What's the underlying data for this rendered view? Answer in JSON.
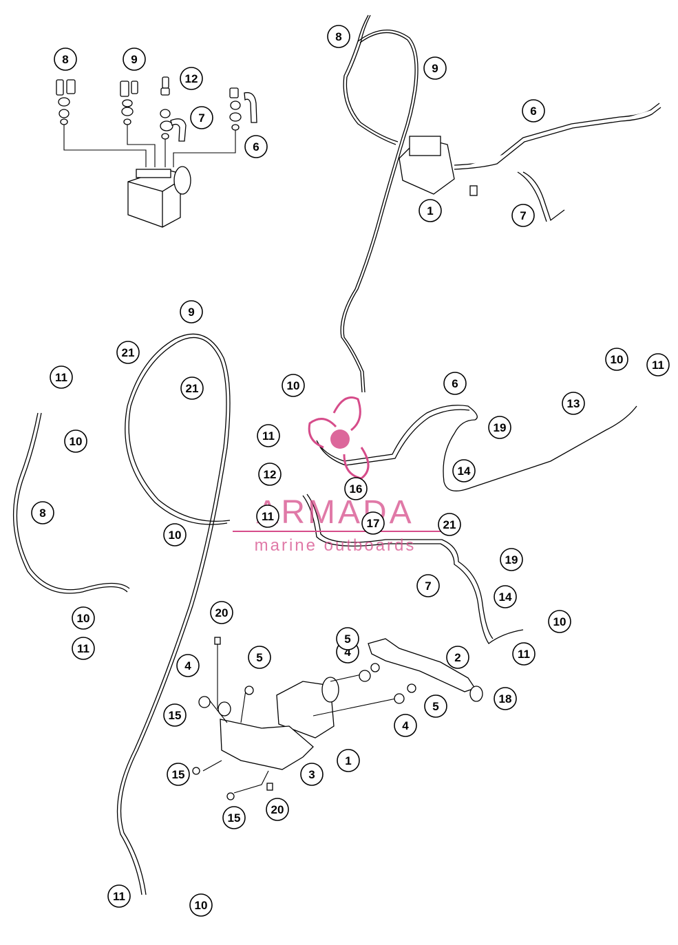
{
  "watermark": {
    "brand": "ARMADA",
    "tagline": "marine outboards",
    "brand_color": "#d64c8a"
  },
  "callouts": {
    "tl_8": "8",
    "tl_9": "9",
    "tl_12": "12",
    "tl_7": "7",
    "tl_6": "6",
    "tr_8": "8",
    "tr_9": "9",
    "tr_6": "6",
    "tr_1": "1",
    "tr_7": "7",
    "m_9": "9",
    "m_21a": "21",
    "m_21b": "21",
    "m_11a": "11",
    "m_10a": "10",
    "m_8": "8",
    "m_10b": "10",
    "m_10c": "10",
    "m_11b": "11",
    "c_10": "10",
    "c_11": "11",
    "c_12": "12",
    "c_11b": "11",
    "c_16": "16",
    "c_17": "17",
    "c_21": "21",
    "c_6": "6",
    "c_19a": "19",
    "c_14a": "14",
    "c_13": "13",
    "c_10r": "10",
    "c_11r": "11",
    "c_7": "7",
    "c_19b": "19",
    "c_14b": "14",
    "c_10s": "10",
    "c_11s": "11",
    "b_20a": "20",
    "b_5a": "5",
    "b_4a": "4",
    "b_5b": "5",
    "b_2": "2",
    "b_4b": "4",
    "b_15a": "15",
    "b_18": "18",
    "b_5c": "5",
    "b_4c": "4",
    "b_1": "1",
    "b_15b": "15",
    "b_3": "3",
    "b_15c": "15",
    "b_20b": "20",
    "b_11": "11",
    "b_10": "10"
  }
}
